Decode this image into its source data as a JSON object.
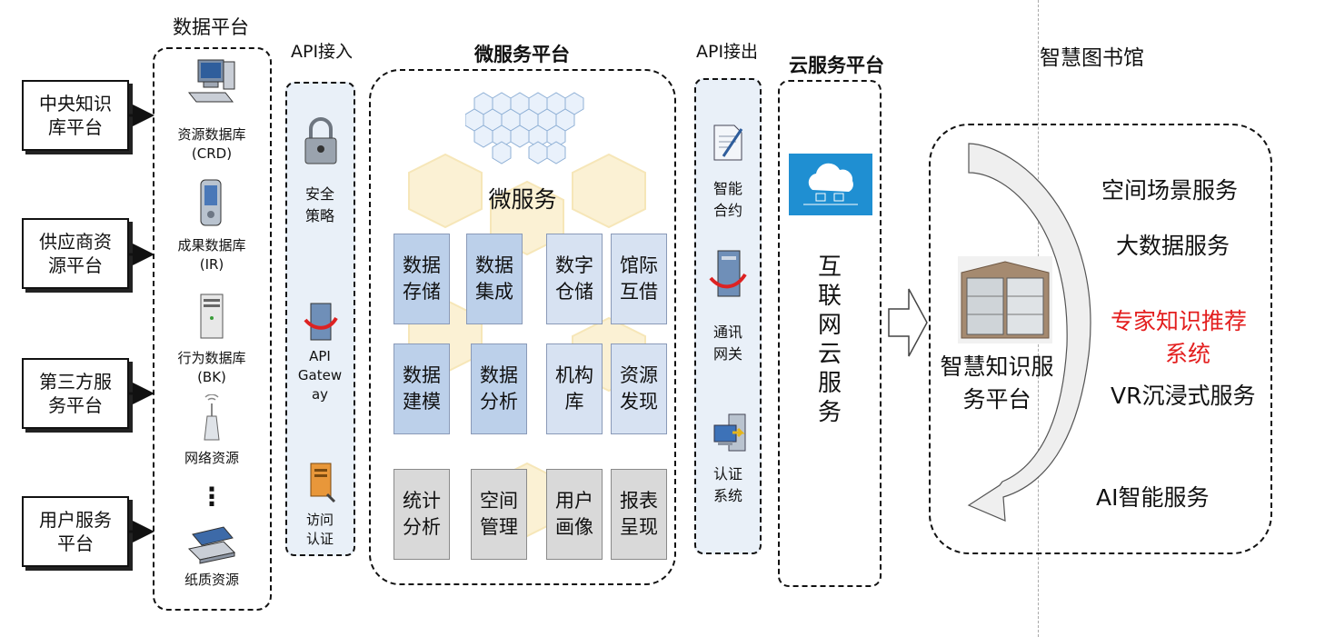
{
  "titles": {
    "data_platform": "数据平台",
    "api_in": "API接入",
    "micro_platform": "微服务平台",
    "api_out": "API接出",
    "cloud_platform": "云服务平台",
    "smart_library": "智慧图书馆"
  },
  "sources": [
    {
      "line1": "中央知识",
      "line2": "库平台"
    },
    {
      "line1": "供应商资",
      "line2": "源平台"
    },
    {
      "line1": "第三方服",
      "line2": "务平台"
    },
    {
      "line1": "用户服务",
      "line2": "平台"
    }
  ],
  "databases": [
    {
      "line1": "资源数据库",
      "line2": "(CRD)",
      "icon": "computer-icon"
    },
    {
      "line1": "成果数据库",
      "line2": "(IR)",
      "icon": "pda-icon"
    },
    {
      "line1": "行为数据库",
      "line2": "(BK)",
      "icon": "server-icon"
    },
    {
      "line1": "网络资源",
      "icon": "router-icon"
    },
    {
      "ellipsis": "⋮"
    },
    {
      "line1": "纸质资源",
      "icon": "scanner-icon"
    }
  ],
  "api_in": {
    "security": {
      "line1": "安全",
      "line2": "策略"
    },
    "gateway": {
      "line1": "API",
      "line2": "Gatew",
      "line3": "ay"
    },
    "access": {
      "line1": "访问",
      "line2": "认证"
    }
  },
  "micro": {
    "label": "微服务",
    "rows": [
      [
        {
          "a": "数据",
          "b": "存储"
        },
        {
          "a": "数据",
          "b": "集成"
        },
        {
          "a": "数字",
          "b": "仓储"
        },
        {
          "a": "馆际",
          "b": "互借"
        }
      ],
      [
        {
          "a": "数据",
          "b": "建模"
        },
        {
          "a": "数据",
          "b": "分析"
        },
        {
          "a": "机构",
          "b": "库"
        },
        {
          "a": "资源",
          "b": "发现"
        }
      ],
      [
        {
          "a": "统计",
          "b": "分析"
        },
        {
          "a": "空间",
          "b": "管理"
        },
        {
          "a": "用户",
          "b": "画像"
        },
        {
          "a": "报表",
          "b": "呈现"
        }
      ]
    ]
  },
  "api_out": {
    "contract": {
      "line1": "智能",
      "line2": "合约"
    },
    "gateway": {
      "line1": "通讯",
      "line2": "网关"
    },
    "auth": {
      "line1": "认证",
      "line2": "系统"
    }
  },
  "cloud": {
    "chars": [
      "互",
      "联",
      "网",
      "云",
      "服",
      "务"
    ]
  },
  "library": {
    "services": [
      "空间场景服务",
      "大数据服务",
      "专家知识推荐",
      "系统",
      "VR沉浸式服务",
      "AI智能服务"
    ],
    "platform": {
      "line1": "智慧知识服",
      "line2": "务平台"
    },
    "highlight_color": "#e31e1e"
  }
}
